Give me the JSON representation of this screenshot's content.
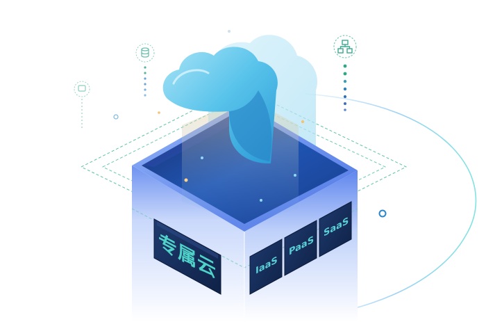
{
  "labels": {
    "dedicated_cloud": "专属云",
    "iaas": "IaaS",
    "paas": "PaaS",
    "saas": "SaaS"
  },
  "icons": {
    "left_small": "monitor-icon",
    "left_db": "database-icon",
    "right_network": "network-topology-icon",
    "cloud": "cloud-icon"
  },
  "colors": {
    "accent_teal": "#2fb8a0",
    "accent_blue": "#3a7bd5",
    "dark_panel": "#142c54",
    "cloud_light": "#bfe9f8",
    "cloud_mid": "#5fc6ea"
  }
}
